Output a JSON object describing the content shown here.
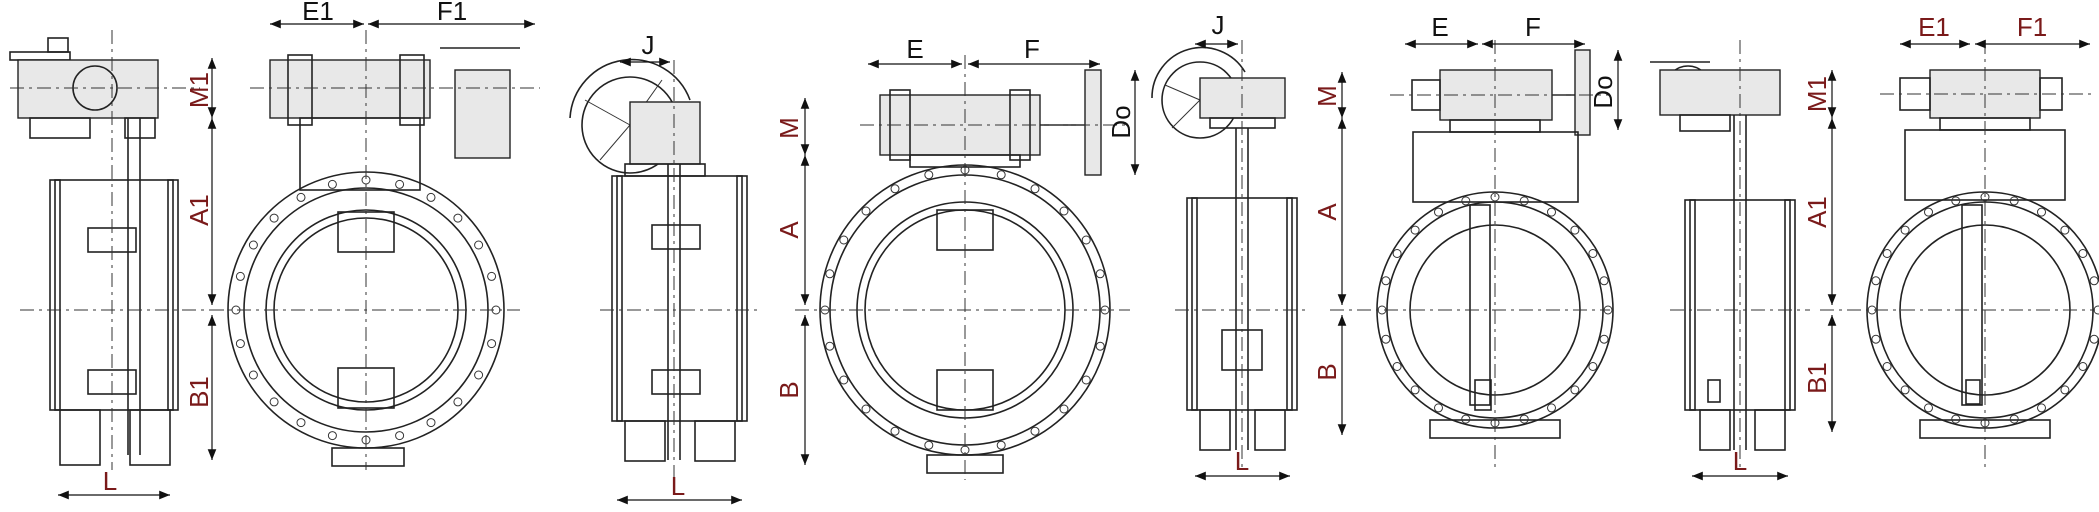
{
  "colors": {
    "line": "#222222",
    "label_black": "#111111",
    "label_red": "#7a1a1a"
  },
  "views": [
    {
      "id": "v1",
      "labels": {
        "M": "M1",
        "A": "A1",
        "B": "B1",
        "L": "L"
      }
    },
    {
      "id": "v2",
      "labels": {
        "E": "E1",
        "F": "F1"
      }
    },
    {
      "id": "v3",
      "labels": {
        "J": "J",
        "L": "L"
      }
    },
    {
      "id": "v4",
      "labels": {
        "E": "E",
        "F": "F",
        "M": "M",
        "A": "A",
        "B": "B",
        "Do": "Do"
      }
    },
    {
      "id": "v5",
      "labels": {
        "J": "J",
        "L": "L"
      }
    },
    {
      "id": "v6",
      "labels": {
        "E": "E",
        "F": "F",
        "M": "M",
        "A": "A",
        "B": "B",
        "Do": "Do"
      }
    },
    {
      "id": "v7",
      "labels": {
        "L": "L"
      }
    },
    {
      "id": "v8",
      "labels": {
        "E": "E1",
        "F": "F1",
        "M": "M1",
        "A": "A1",
        "B": "B1"
      }
    }
  ]
}
